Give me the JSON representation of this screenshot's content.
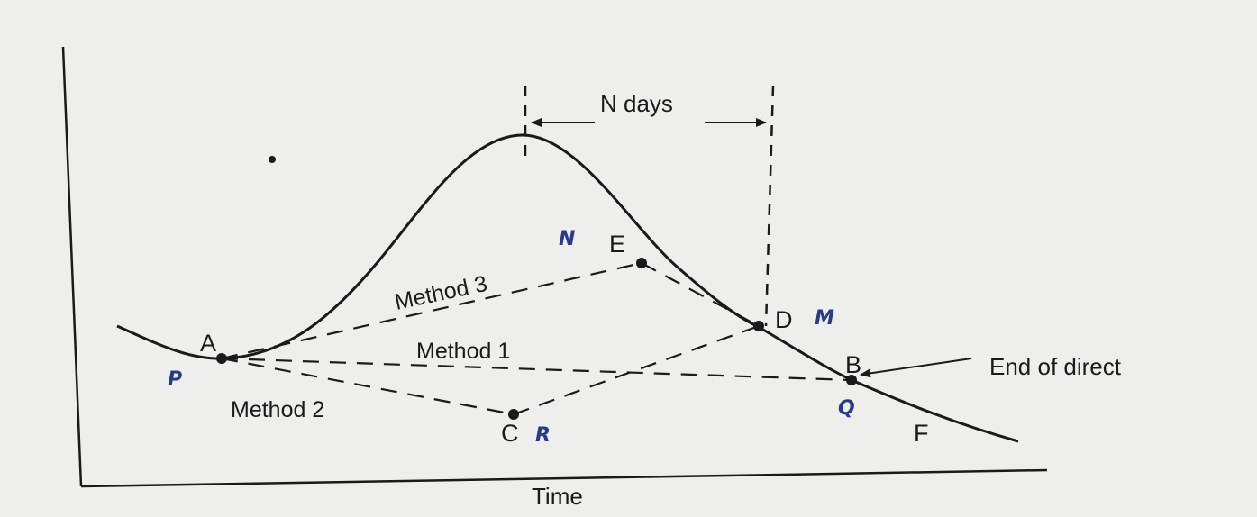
{
  "colors": {
    "paper": "#eeeeec",
    "ink": "#1a1a1a",
    "pen": "#2a3a8a"
  },
  "labels": {
    "time_axis": "Time",
    "n_days": "N days",
    "end_of_direct": "End of direct",
    "method_1": "Method 1",
    "method_2": "Method 2",
    "method_3": "Method 3"
  },
  "points": {
    "A": "A",
    "B": "B",
    "C": "C",
    "D": "D",
    "E": "E",
    "F": "F"
  },
  "handwritten": {
    "p": "P",
    "q": "Q",
    "r": "R",
    "m": "M",
    "n": "N"
  }
}
